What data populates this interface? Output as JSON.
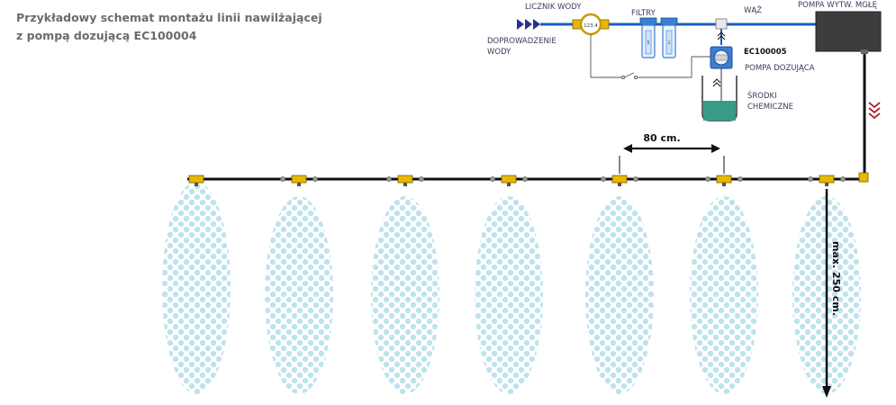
{
  "title": {
    "line1": "Przykładowy schemat montażu linii nawilżającej",
    "line2": "z pompą dozującą EC100004"
  },
  "labels": {
    "water_meter": "LICZNIK WODY",
    "filters": "FILTRY",
    "hose": "WĄŻ",
    "mist_pump": "POMPA WYTW. MGŁĘ",
    "water_supply_1": "DOPROWADZENIE",
    "water_supply_2": "WODY",
    "doser_model": "EC100005",
    "dosing_pump": "POMPA DOZUJĄCA",
    "chemicals_1": "ŚRODKI",
    "chemicals_2": "CHEMICZNE",
    "spacing": "80 cm.",
    "max_length": "max. 250 cm.",
    "meter_readout": "123.4",
    "filter_1": "5",
    "filter_2": "1"
  },
  "colors": {
    "pipe": "#111111",
    "water_line": "#1a5fbf",
    "arrow": "#2b2f8f",
    "red_arrow": "#b0202e",
    "mist_dot": "#bfe3ec",
    "nozzle": "#e8b800",
    "tank_liquid": "#3a9a8a",
    "pump_body": "#3d3d3d"
  }
}
